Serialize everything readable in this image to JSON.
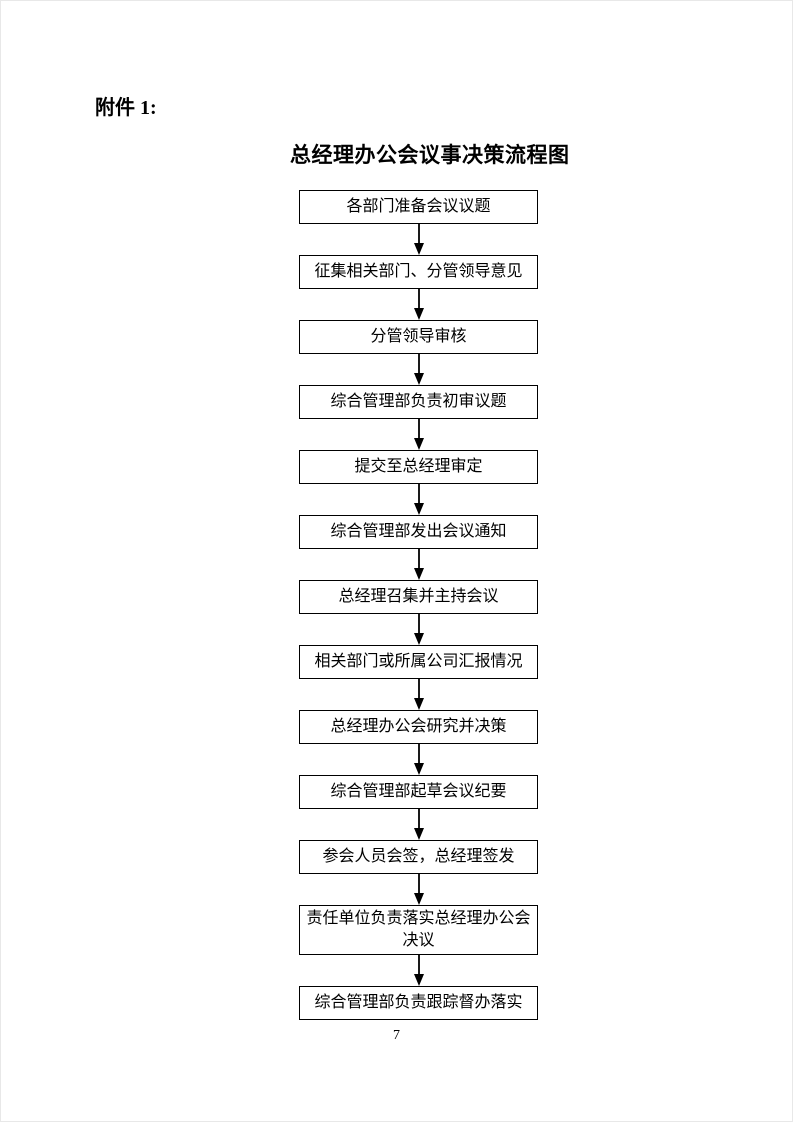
{
  "document": {
    "attachment_label": "附件 1:",
    "title": "总经理办公会议事决策流程图",
    "page_number": "7"
  },
  "flowchart": {
    "steps": [
      {
        "label": "各部门准备会议议题"
      },
      {
        "label": "征集相关部门、分管领导意见"
      },
      {
        "label": "分管领导审核"
      },
      {
        "label": "综合管理部负责初审议题"
      },
      {
        "label": "提交至总经理审定"
      },
      {
        "label": "综合管理部发出会议通知"
      },
      {
        "label": "总经理召集并主持会议"
      },
      {
        "label": "相关部门或所属公司汇报情况"
      },
      {
        "label": "总经理办公会研究并决策"
      },
      {
        "label": "综合管理部起草会议纪要"
      },
      {
        "label": "参会人员会签，总经理签发"
      },
      {
        "label": "责任单位负责落实总经理办公会决议"
      },
      {
        "label": "综合管理部负责跟踪督办落实"
      }
    ],
    "connector_color": "#000000"
  }
}
